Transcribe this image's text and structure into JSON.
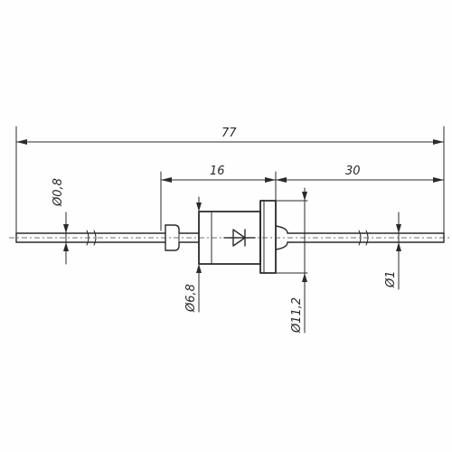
{
  "drawing": {
    "dimensions": {
      "overall_length": "77",
      "body_length": "16",
      "lead_length": "30",
      "left_lead_diameter": "Ø0,8",
      "body_diameter": "Ø6,8",
      "flange_diameter": "Ø11,2",
      "right_lead_diameter": "Ø1"
    },
    "symbol": "diode-symbol"
  }
}
